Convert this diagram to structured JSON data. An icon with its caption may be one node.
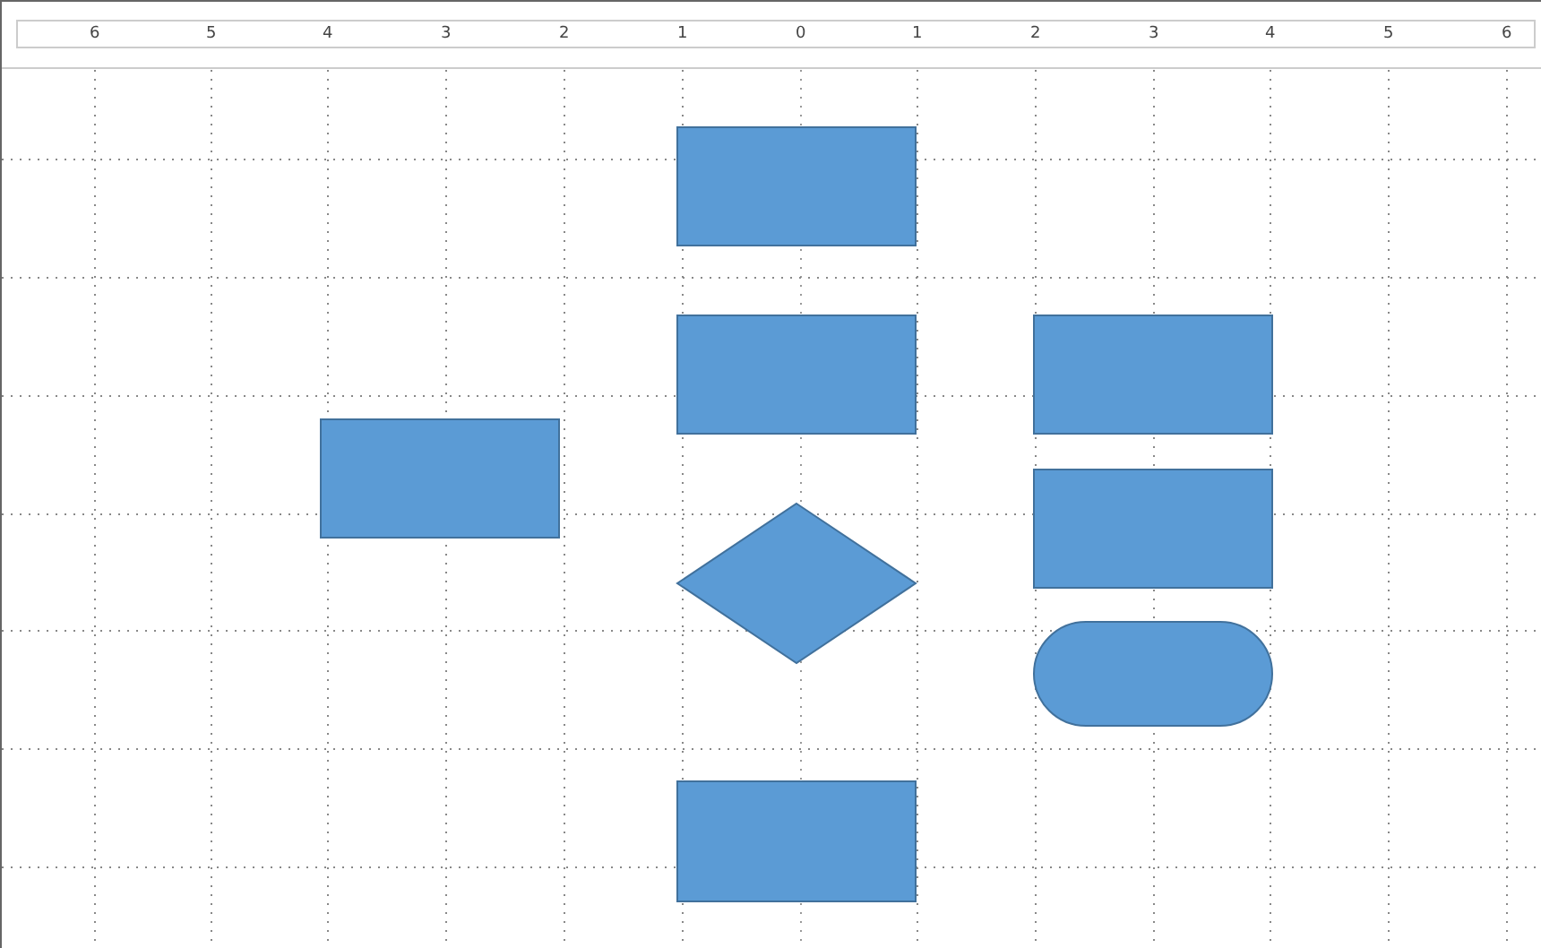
{
  "diagram": {
    "nodes": [
      {
        "text": [],
        "shape": "box"
      },
      {
        "text": [],
        "shape": "box"
      },
      {
        "text": [],
        "shape": "box"
      },
      {
        "text": [],
        "shape": "box"
      },
      {
        "text": [],
        "shape": "box"
      },
      {
        "text": [],
        "shape": "diamond"
      },
      {
        "text": [],
        "shape": "stadium"
      },
      {
        "text": [],
        "shape": "box"
      }
    ],
    "edges": [],
    "labels": [
      "6",
      "5",
      "4",
      "3",
      "2",
      "1",
      "0",
      "1",
      "2",
      "3",
      "4",
      "5",
      "6"
    ]
  }
}
